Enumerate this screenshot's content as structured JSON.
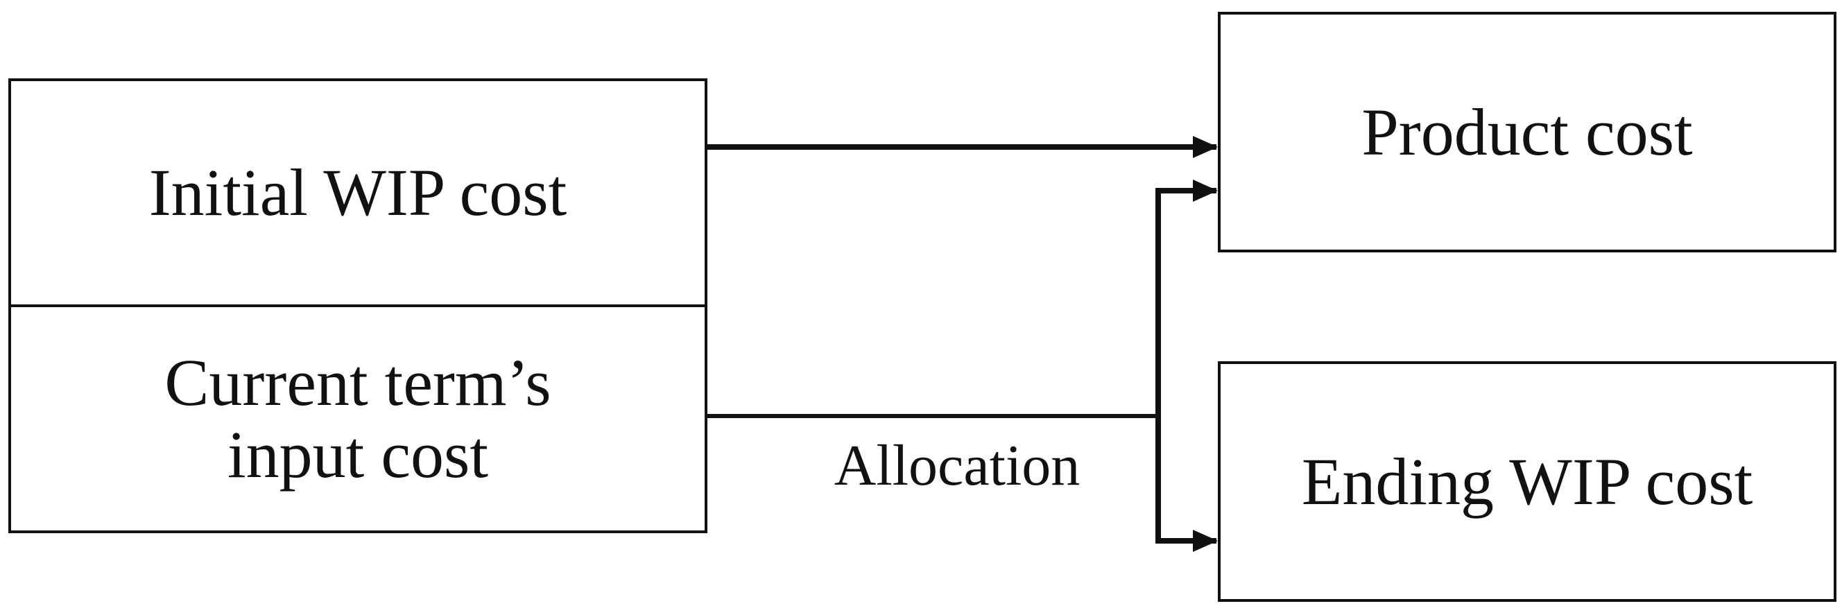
{
  "boxes": {
    "initial_wip": "Initial WIP cost",
    "current_term_line1": "Current term’s",
    "current_term_line2": "input cost",
    "product_cost": "Product cost",
    "ending_wip": "Ending WIP cost"
  },
  "labels": {
    "allocation": "Allocation"
  },
  "colors": {
    "stroke": "#111111",
    "background": "#ffffff"
  }
}
